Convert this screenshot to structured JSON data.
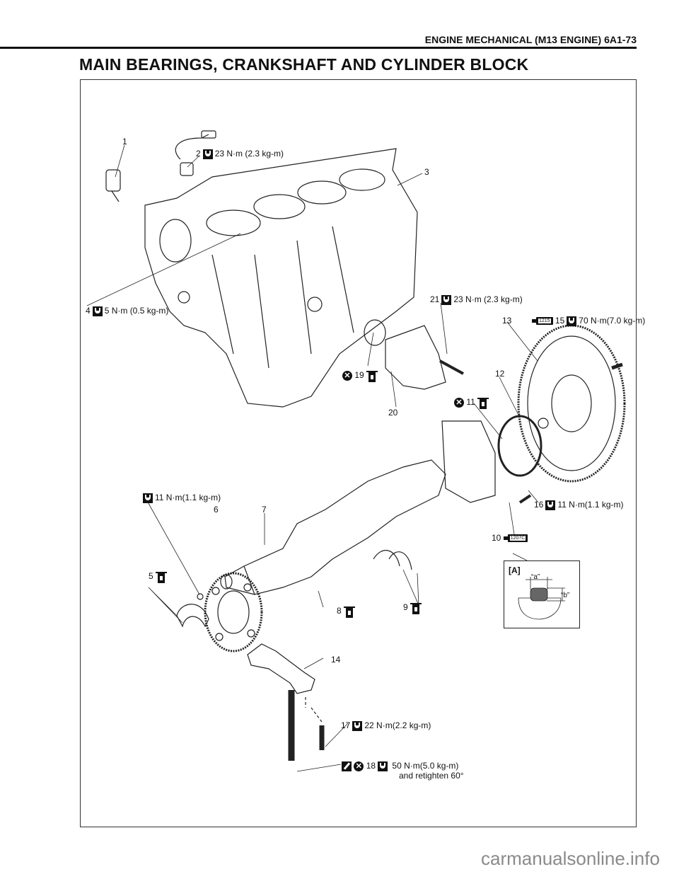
{
  "header": {
    "running_title": "ENGINE MECHANICAL (M13 ENGINE) 6A1-73",
    "section_title": "MAIN BEARINGS, CRANKSHAFT AND CYLINDER BLOCK"
  },
  "icons": {
    "torque": "wrench-icon",
    "do_not_reuse": "x-circle-icon",
    "engine_oil": "oil-can-icon",
    "sealant": "sealant-tube-icon",
    "plastic_region": "pen-icon"
  },
  "callouts": {
    "c1": {
      "num": "1"
    },
    "c2": {
      "num": "2",
      "torque": "23 N·m (2.3 kg-m)"
    },
    "c3": {
      "num": "3"
    },
    "c4": {
      "num": "4",
      "torque": "5 N·m (0.5 kg-m)"
    },
    "c5": {
      "num": "5"
    },
    "c6": {
      "num": "6",
      "torque": "11 N·m(1.1 kg-m)"
    },
    "c7": {
      "num": "7"
    },
    "c8": {
      "num": "8"
    },
    "c9": {
      "num": "9"
    },
    "c10": {
      "num": "10",
      "sealant": "1207C"
    },
    "c11": {
      "num": "11"
    },
    "c12": {
      "num": "12"
    },
    "c13": {
      "num": "13"
    },
    "c14": {
      "num": "14"
    },
    "c15": {
      "num": "15",
      "sealant": "1215",
      "torque": "70 N·m(7.0 kg-m)"
    },
    "c16": {
      "num": "16",
      "torque": "11 N·m(1.1 kg-m)"
    },
    "c17": {
      "num": "17",
      "torque": "22 N·m(2.2 kg-m)"
    },
    "c18": {
      "num": "18",
      "torque": "50 N·m(5.0 kg-m)",
      "note": "and retighten 60°"
    },
    "c19": {
      "num": "19"
    },
    "c20": {
      "num": "20"
    },
    "c21": {
      "num": "21",
      "torque": "23 N·m (2.3 kg-m)"
    }
  },
  "detail_view": {
    "label": "[A]",
    "dim_a": "“a”",
    "dim_b": "“b”"
  },
  "watermark": "carmanualsonline.info"
}
